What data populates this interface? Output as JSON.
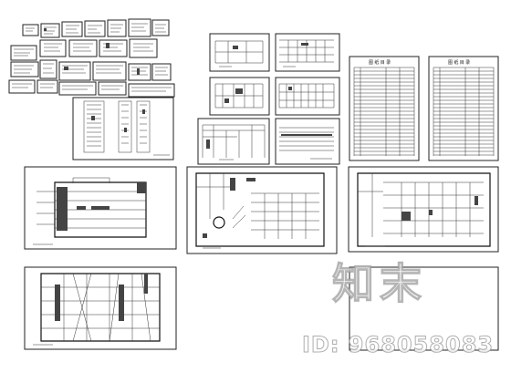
{
  "watermark": {
    "logo_text": "知末",
    "id_text": "ID: 968058083"
  },
  "tables": [
    {
      "title": "图 纸 目 录"
    },
    {
      "title": "图 纸 目 录"
    }
  ],
  "colors": {
    "ink": "#222222",
    "paper": "#ffffff",
    "watermark_stroke": "#8a8a8a"
  }
}
